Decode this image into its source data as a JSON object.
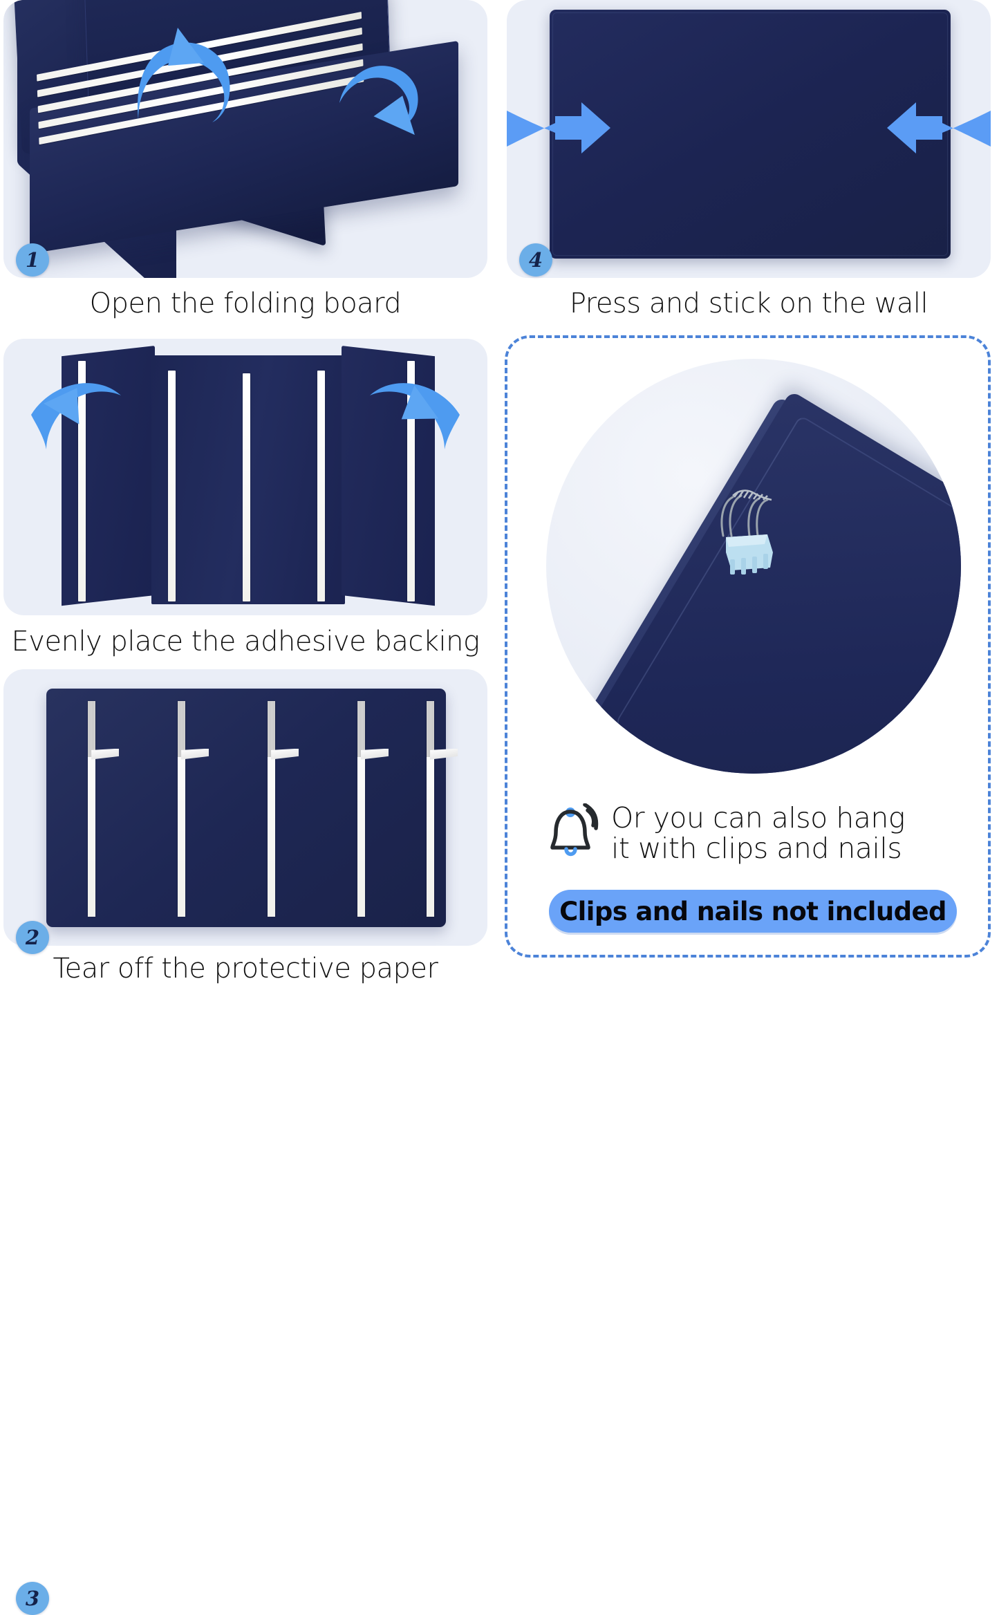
{
  "theme": {
    "panel_bg": "#EAEEF7",
    "board_navy": "#1E2754",
    "arrow_blue": "#5B9CF5",
    "badge_blue": "#6BAEE8",
    "dashed_border_blue": "#4C83D8",
    "pill_blue": "#6AA3F8",
    "caption_color": "#111111"
  },
  "steps": [
    {
      "number": "1",
      "caption": "Open the folding board",
      "arrows": [
        "curved-arrow-ccw",
        "curved-arrow-cw"
      ],
      "stripe_count": 5
    },
    {
      "number": "2",
      "caption": "Evenly place the adhesive backing",
      "arrows": [
        "curved-arrow-left",
        "curved-arrow-right"
      ],
      "strip_count": 5
    },
    {
      "number": "3",
      "caption": "Tear off the protective paper",
      "tear_tab_count": 5
    },
    {
      "number": "4",
      "caption": "Press and stick on the wall",
      "arrows": [
        "arrow-right",
        "arrow-left"
      ]
    }
  ],
  "highlight": {
    "icon": "bell-icon",
    "note_line_1": "Or you can also hang",
    "note_line_2": "it with clips and nails",
    "pill_label": "Clips and nails not included"
  }
}
